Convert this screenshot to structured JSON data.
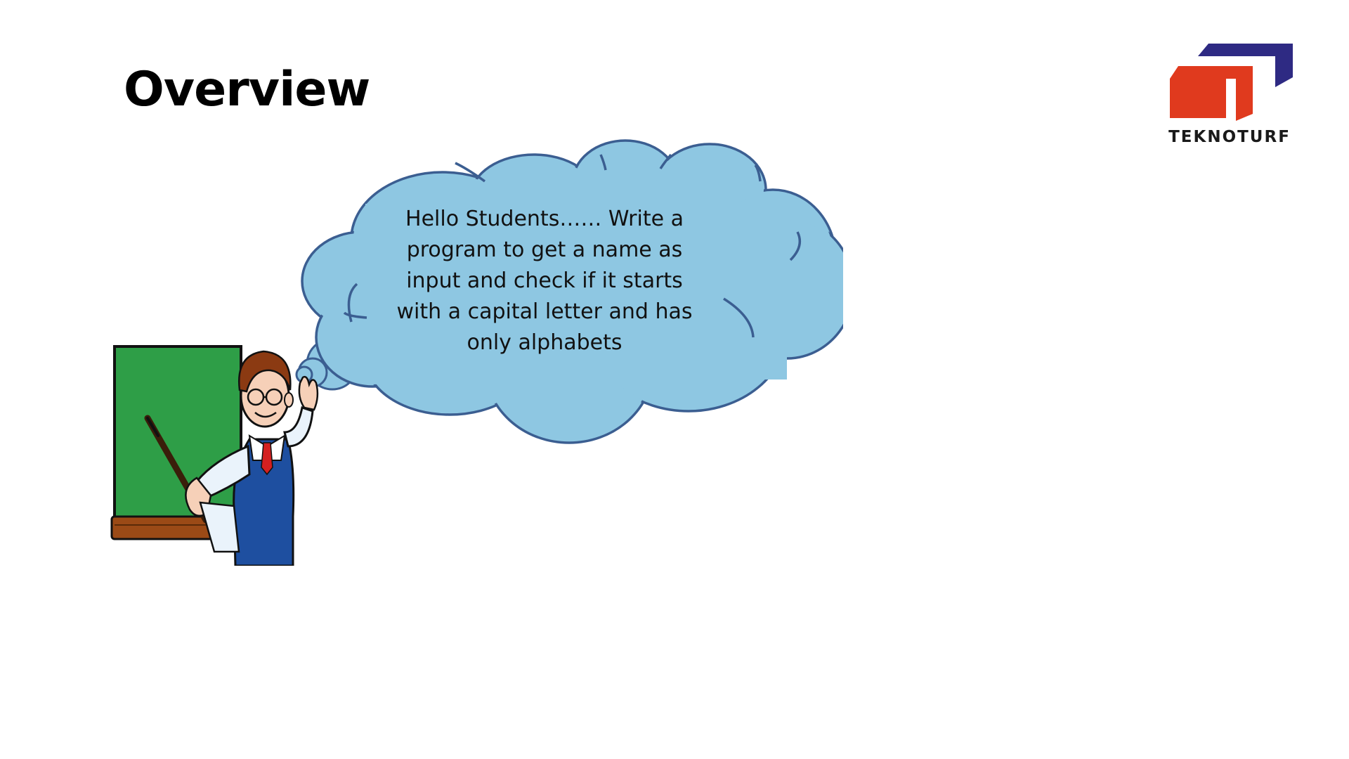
{
  "slide": {
    "title": "Overview",
    "speech_text": "Hello Students…… Write a program to get a name as input and check if it starts with a capital letter and has only alphabets"
  },
  "logo": {
    "text": "TEKNOTURF",
    "colors": {
      "red": "#E03A1E",
      "navy": "#2E2A83"
    }
  },
  "colors": {
    "cloud_fill": "#8EC7E2",
    "cloud_stroke": "#3B5E91",
    "board_green": "#2E9E47",
    "board_wood": "#9B4A16",
    "vest_blue": "#1E4FA0"
  },
  "illustration": {
    "teacher_icon": "teacher-icon",
    "chalkboard_icon": "chalkboard-icon"
  }
}
